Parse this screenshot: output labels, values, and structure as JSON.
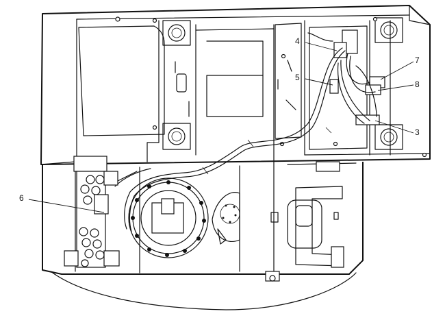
{
  "diagram": {
    "callouts": [
      {
        "id": "callout-3",
        "label": "3"
      },
      {
        "id": "callout-4",
        "label": "4"
      },
      {
        "id": "callout-5",
        "label": "5"
      },
      {
        "id": "callout-6",
        "label": "6"
      },
      {
        "id": "callout-7",
        "label": "7"
      },
      {
        "id": "callout-8",
        "label": "8"
      }
    ]
  }
}
